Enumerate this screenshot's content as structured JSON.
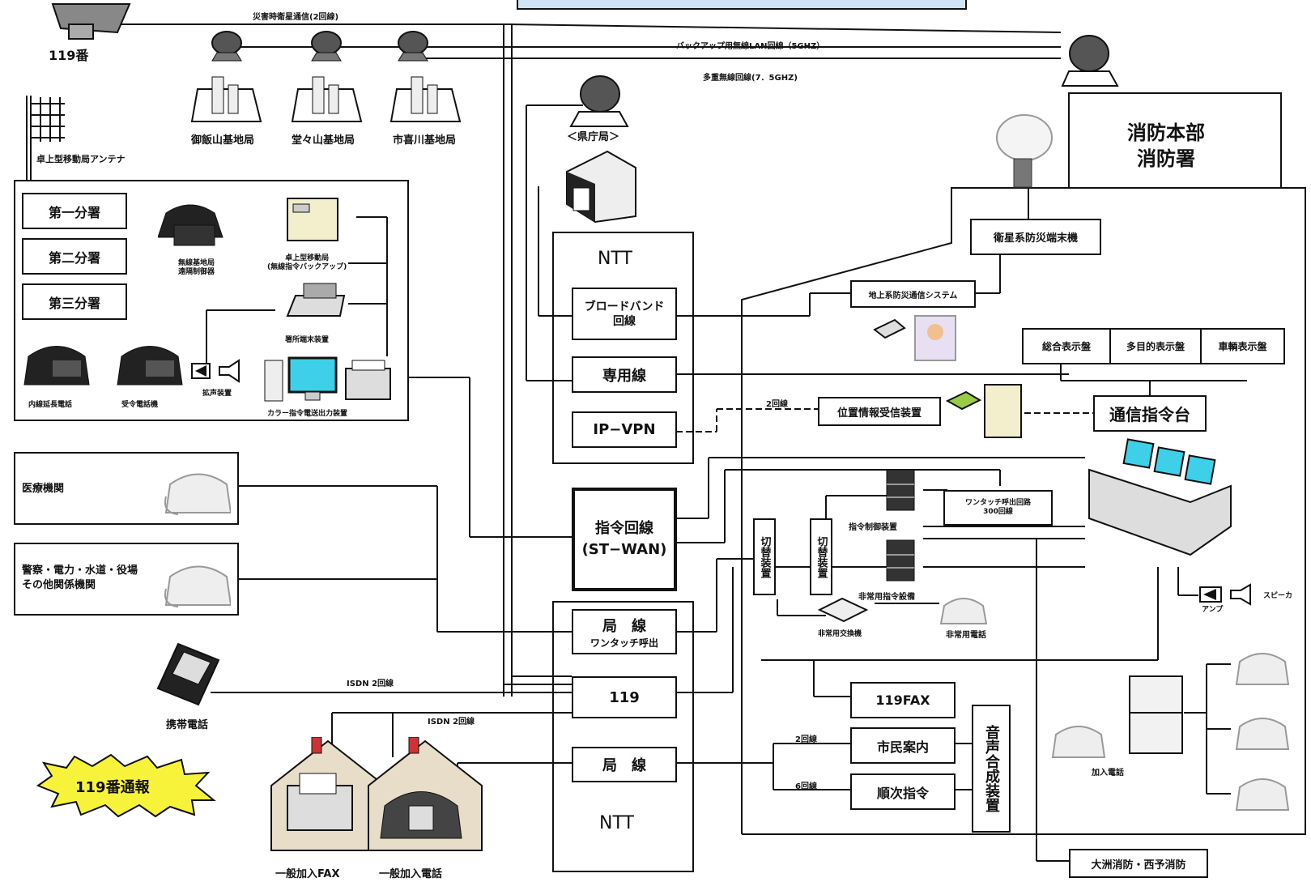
{
  "links": {
    "satellite_disaster": "災害時衛星通信(2回線)",
    "backup_lan": "バックアップ用無線LAN回線（5GHZ）",
    "multiplex_radio": "多重無線回線(7．5GHZ)",
    "isdn_upper": "ISDN 2回線",
    "isdn_lower": "ISDN 2回線",
    "two_lines": "2回線",
    "citizen_lines": "2回線",
    "sequential_lines": "6回線"
  },
  "top_left": {
    "satellite_label": "119番",
    "antenna_label": "卓上型移動局アンテナ"
  },
  "base_stations": [
    {
      "label": "御飯山基地局"
    },
    {
      "label": "堂々山基地局"
    },
    {
      "label": "市喜川基地局"
    }
  ],
  "branch_panel": {
    "branches": [
      "第一分署",
      "第二分署",
      "第三分署"
    ],
    "radio_remote_label": "無線基地局\n遠隔制御器",
    "desktop_mobile_label": "卓上型移動局\n(無線指令バックアップ)",
    "terminal_label": "署所端末装置",
    "internal_phone_label": "内線延長電話",
    "receiver_phone_label": "受令電話機",
    "loudspeaker_label": "拡声装置",
    "printer_label": "カラー指令電送出力装置"
  },
  "external": {
    "medical": "医療機関",
    "related": "警察・電力・水道・役場\nその他関係機関",
    "mobile_phone": "携帯電話",
    "report": "119番通報",
    "fax": "一般加入FAX",
    "phone": "一般加入電話"
  },
  "center": {
    "prefecture": "＜県庁局＞",
    "ntt_top": "NTT",
    "broadband": "ブロードバンド\n回線",
    "leased": "専用線",
    "ipvpn": "IP−VPN",
    "command_line": "指令回線\n(ST−WAN)",
    "local_line": "局　線",
    "one_touch": "ワンタッチ呼出",
    "line_119": "119",
    "local_line_2": "局　線",
    "ntt_bottom": "NTT"
  },
  "hq": {
    "title": "消防本部\n消防署",
    "sat_terminal": "衛星系防災端末機",
    "ground_system": "地上系防災通信システム",
    "display_total": "総合表示盤",
    "display_multi": "多目的表示盤",
    "display_vehicle": "車輌表示盤",
    "location_receiver": "位置情報受信装置",
    "dispatch_console": "通信指令台",
    "switch_1": "切替装置",
    "switch_2": "切替装置",
    "command_control": "指令制御装置",
    "one_touch_circuit": "ワンタッチ呼出回路\n300回線",
    "emergency_command": "非常用指令設備",
    "emergency_exchange": "非常用交換機",
    "emergency_phone": "非常用電話",
    "amp": "アンプ",
    "speaker": "スピーカ",
    "fax119": "119FAX",
    "citizen_guide": "市民案内",
    "sequential_command": "順次指令",
    "voice_synth": "音声合成装置",
    "subscriber_phone": "加入電話",
    "ozu": "大洲消防・西予消防"
  }
}
